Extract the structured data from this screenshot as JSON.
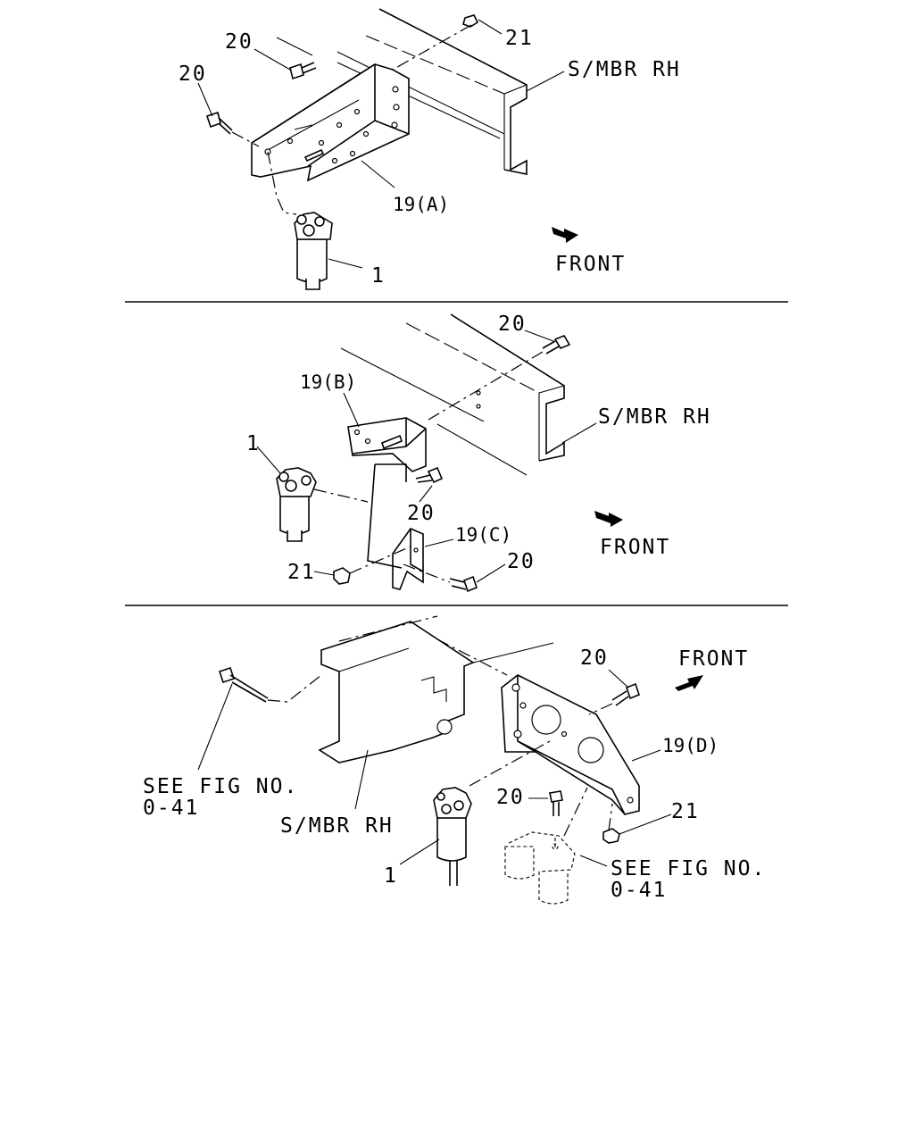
{
  "panels": [
    {
      "id": "A",
      "labels": {
        "bolt_upper": "20",
        "bolt_left": "20",
        "nut": "21",
        "member": "S/MBR RH",
        "bracket": "19(A)",
        "filter": "1",
        "front": "FRONT"
      }
    },
    {
      "id": "B",
      "labels": {
        "bolt_top": "20",
        "member": "S/MBR RH",
        "bracket_b": "19(B)",
        "filter": "1",
        "bolt_mid": "20",
        "bracket_c": "19(C)",
        "front": "FRONT",
        "nut": "21",
        "bolt_low": "20"
      }
    },
    {
      "id": "C",
      "labels": {
        "front": "FRONT",
        "bolt_right": "20",
        "bracket": "19(D)",
        "see_fig_left": [
          "SEE FIG NO.",
          "0-41"
        ],
        "member": "S/MBR RH",
        "bolt_low": "20",
        "nut": "21",
        "filter": "1",
        "see_fig_right": [
          "SEE FIG NO.",
          "0-41"
        ]
      }
    }
  ]
}
